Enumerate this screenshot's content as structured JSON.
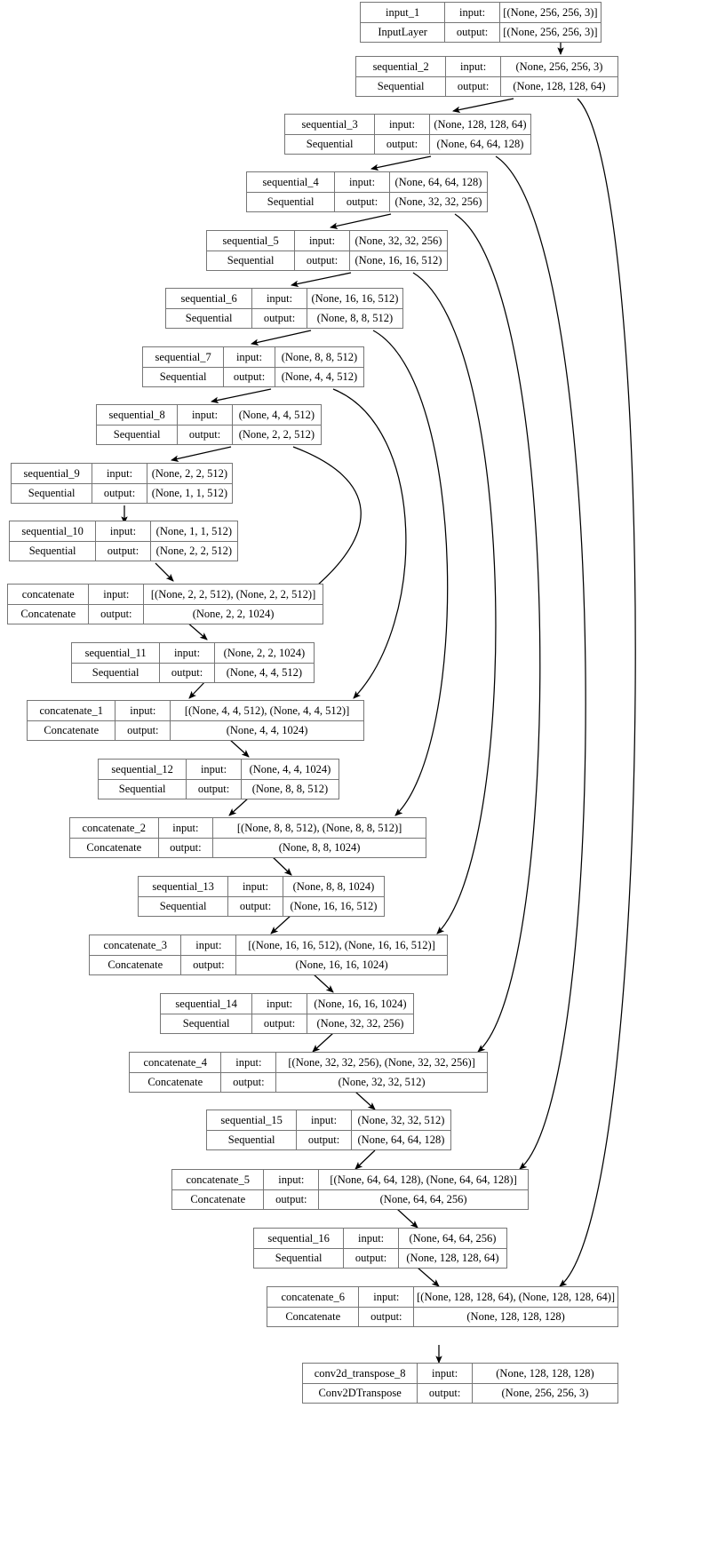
{
  "diagram": {
    "title": "Keras model plot: U-Net generator",
    "type": "keras-model-graph",
    "labels": {
      "input_key": "input:",
      "output_key": "output:"
    },
    "colors": {
      "border": "#767676",
      "edge": "#000000",
      "background": "#ffffff"
    }
  },
  "nodes": [
    {
      "id": "input_1",
      "name": "input_1",
      "class": "InputLayer",
      "input": "[(None, 256, 256, 3)]",
      "output": "[(None, 256, 256, 3)]",
      "merged": false
    },
    {
      "id": "sequential_2",
      "name": "sequential_2",
      "class": "Sequential",
      "input": "(None, 256, 256, 3)",
      "output": "(None, 128, 128, 64)",
      "merged": false
    },
    {
      "id": "sequential_3",
      "name": "sequential_3",
      "class": "Sequential",
      "input": "(None, 128, 128, 64)",
      "output": "(None, 64, 64, 128)",
      "merged": false
    },
    {
      "id": "sequential_4",
      "name": "sequential_4",
      "class": "Sequential",
      "input": "(None, 64, 64, 128)",
      "output": "(None, 32, 32, 256)",
      "merged": false
    },
    {
      "id": "sequential_5",
      "name": "sequential_5",
      "class": "Sequential",
      "input": "(None, 32, 32, 256)",
      "output": "(None, 16, 16, 512)",
      "merged": false
    },
    {
      "id": "sequential_6",
      "name": "sequential_6",
      "class": "Sequential",
      "input": "(None, 16, 16, 512)",
      "output": "(None, 8, 8, 512)",
      "merged": false
    },
    {
      "id": "sequential_7",
      "name": "sequential_7",
      "class": "Sequential",
      "input": "(None, 8, 8, 512)",
      "output": "(None, 4, 4, 512)",
      "merged": false
    },
    {
      "id": "sequential_8",
      "name": "sequential_8",
      "class": "Sequential",
      "input": "(None, 4, 4, 512)",
      "output": "(None, 2, 2, 512)",
      "merged": false
    },
    {
      "id": "sequential_9",
      "name": "sequential_9",
      "class": "Sequential",
      "input": "(None, 2, 2, 512)",
      "output": "(None, 1, 1, 512)",
      "merged": false
    },
    {
      "id": "sequential_10",
      "name": "sequential_10",
      "class": "Sequential",
      "input": "(None, 1, 1, 512)",
      "output": "(None, 2, 2, 512)",
      "merged": false
    },
    {
      "id": "concatenate",
      "name": "concatenate",
      "class": "Concatenate",
      "input": "[(None, 2, 2, 512), (None, 2, 2, 512)]",
      "output": "(None, 2, 2, 1024)",
      "merged": true
    },
    {
      "id": "sequential_11",
      "name": "sequential_11",
      "class": "Sequential",
      "input": "(None, 2, 2, 1024)",
      "output": "(None, 4, 4, 512)",
      "merged": false
    },
    {
      "id": "concatenate_1",
      "name": "concatenate_1",
      "class": "Concatenate",
      "input": "[(None, 4, 4, 512), (None, 4, 4, 512)]",
      "output": "(None, 4, 4, 1024)",
      "merged": true
    },
    {
      "id": "sequential_12",
      "name": "sequential_12",
      "class": "Sequential",
      "input": "(None, 4, 4, 1024)",
      "output": "(None, 8, 8, 512)",
      "merged": false
    },
    {
      "id": "concatenate_2",
      "name": "concatenate_2",
      "class": "Concatenate",
      "input": "[(None, 8, 8, 512), (None, 8, 8, 512)]",
      "output": "(None, 8, 8, 1024)",
      "merged": true
    },
    {
      "id": "sequential_13",
      "name": "sequential_13",
      "class": "Sequential",
      "input": "(None, 8, 8, 1024)",
      "output": "(None, 16, 16, 512)",
      "merged": false
    },
    {
      "id": "concatenate_3",
      "name": "concatenate_3",
      "class": "Concatenate",
      "input": "[(None, 16, 16, 512), (None, 16, 16, 512)]",
      "output": "(None, 16, 16, 1024)",
      "merged": true
    },
    {
      "id": "sequential_14",
      "name": "sequential_14",
      "class": "Sequential",
      "input": "(None, 16, 16, 1024)",
      "output": "(None, 32, 32, 256)",
      "merged": false
    },
    {
      "id": "concatenate_4",
      "name": "concatenate_4",
      "class": "Concatenate",
      "input": "[(None, 32, 32, 256), (None, 32, 32, 256)]",
      "output": "(None, 32, 32, 512)",
      "merged": true
    },
    {
      "id": "sequential_15",
      "name": "sequential_15",
      "class": "Sequential",
      "input": "(None, 32, 32, 512)",
      "output": "(None, 64, 64, 128)",
      "merged": false
    },
    {
      "id": "concatenate_5",
      "name": "concatenate_5",
      "class": "Concatenate",
      "input": "[(None, 64, 64, 128), (None, 64, 64, 128)]",
      "output": "(None, 64, 64, 256)",
      "merged": true
    },
    {
      "id": "sequential_16",
      "name": "sequential_16",
      "class": "Sequential",
      "input": "(None, 64, 64, 256)",
      "output": "(None, 128, 128, 64)",
      "merged": false
    },
    {
      "id": "concatenate_6",
      "name": "concatenate_6",
      "class": "Concatenate",
      "input": "[(None, 128, 128, 64), (None, 128, 128, 64)]",
      "output": "(None, 128, 128, 128)",
      "merged": true
    },
    {
      "id": "conv2d_transpose_8",
      "name": "conv2d_transpose_8",
      "class": "Conv2DTranspose",
      "input": "(None, 128, 128, 128)",
      "output": "(None, 256, 256, 3)",
      "merged": false
    }
  ],
  "edges": [
    {
      "from": "input_1",
      "to": "sequential_2"
    },
    {
      "from": "sequential_2",
      "to": "sequential_3"
    },
    {
      "from": "sequential_3",
      "to": "sequential_4"
    },
    {
      "from": "sequential_4",
      "to": "sequential_5"
    },
    {
      "from": "sequential_5",
      "to": "sequential_6"
    },
    {
      "from": "sequential_6",
      "to": "sequential_7"
    },
    {
      "from": "sequential_7",
      "to": "sequential_8"
    },
    {
      "from": "sequential_8",
      "to": "sequential_9"
    },
    {
      "from": "sequential_9",
      "to": "sequential_10"
    },
    {
      "from": "sequential_10",
      "to": "concatenate"
    },
    {
      "from": "sequential_8",
      "to": "concatenate"
    },
    {
      "from": "concatenate",
      "to": "sequential_11"
    },
    {
      "from": "sequential_11",
      "to": "concatenate_1"
    },
    {
      "from": "sequential_7",
      "to": "concatenate_1"
    },
    {
      "from": "concatenate_1",
      "to": "sequential_12"
    },
    {
      "from": "sequential_12",
      "to": "concatenate_2"
    },
    {
      "from": "sequential_6",
      "to": "concatenate_2"
    },
    {
      "from": "concatenate_2",
      "to": "sequential_13"
    },
    {
      "from": "sequential_13",
      "to": "concatenate_3"
    },
    {
      "from": "sequential_5",
      "to": "concatenate_3"
    },
    {
      "from": "concatenate_3",
      "to": "sequential_14"
    },
    {
      "from": "sequential_14",
      "to": "concatenate_4"
    },
    {
      "from": "sequential_4",
      "to": "concatenate_4"
    },
    {
      "from": "concatenate_4",
      "to": "sequential_15"
    },
    {
      "from": "sequential_15",
      "to": "concatenate_5"
    },
    {
      "from": "sequential_3",
      "to": "concatenate_5"
    },
    {
      "from": "concatenate_5",
      "to": "sequential_16"
    },
    {
      "from": "sequential_16",
      "to": "concatenate_6"
    },
    {
      "from": "sequential_2",
      "to": "concatenate_6"
    },
    {
      "from": "concatenate_6",
      "to": "conv2d_transpose_8"
    }
  ]
}
